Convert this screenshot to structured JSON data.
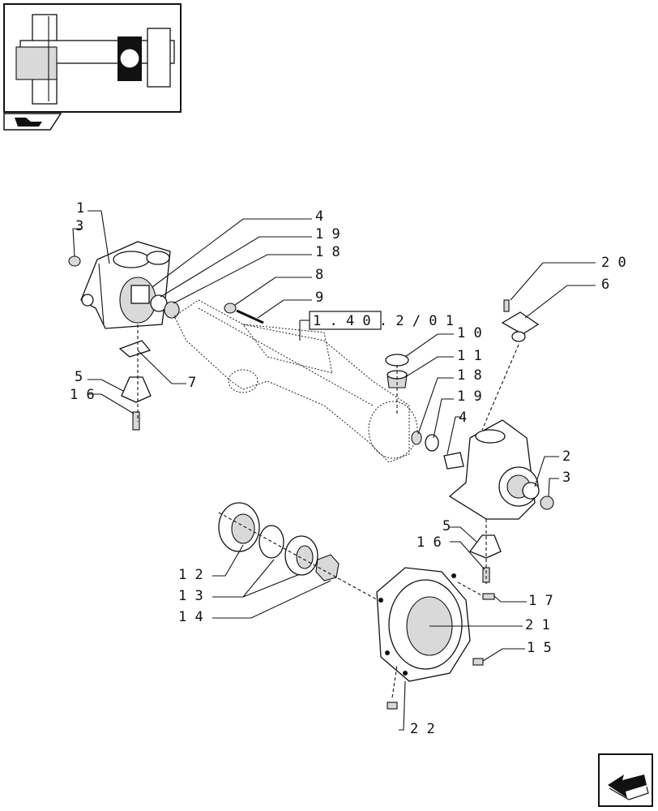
{
  "reference_box": "1 . 4 0 . 2 / 0 1",
  "callouts": {
    "c1": "1",
    "c2": "2",
    "c3a": "3",
    "c3b": "3",
    "c4a": "4",
    "c4b": "4",
    "c5a": "5",
    "c5b": "5",
    "c6": "6",
    "c7": "7",
    "c8": "8",
    "c9": "9",
    "c10": "1 0",
    "c11": "1 1",
    "c12": "1 2",
    "c13": "1 3",
    "c14": "1 4",
    "c15": "1 5",
    "c16a": "1 6",
    "c16b": "1 6",
    "c17": "1 7",
    "c18a": "1 8",
    "c18b": "1 8",
    "c19a": "1 9",
    "c19b": "1 9",
    "c20": "2 0",
    "c21": "2 1",
    "c22": "2 2"
  },
  "icons": [
    "thumbnail-axle-icon",
    "book-reference-icon",
    "next-page-arrow-icon"
  ]
}
